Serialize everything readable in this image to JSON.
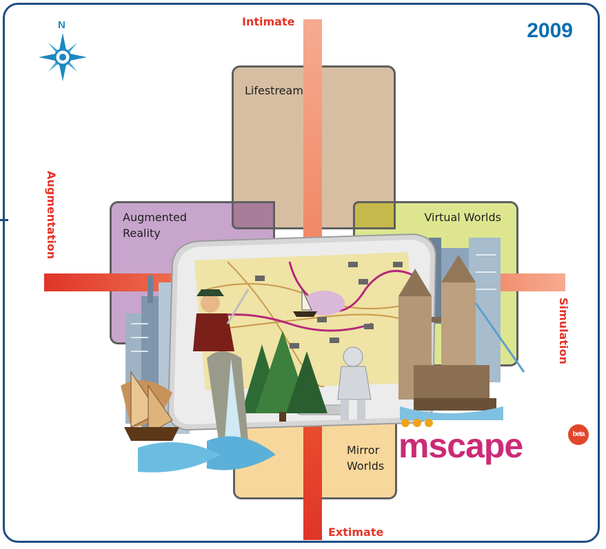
{
  "year": "2009",
  "compass": {
    "north_label": "N",
    "icon": "compass-rose-icon"
  },
  "axes": {
    "top": "Intimate",
    "bottom": "Extimate",
    "left": "Augmentation",
    "right": "Simulation"
  },
  "regions": {
    "lifestreams": "Lifestreams",
    "augmented_reality": "Augmented\nReality",
    "virtual_worlds": "Virtual Worlds",
    "mirror_worlds": "Mirror\nWorlds"
  },
  "logo": {
    "text": "mscape",
    "badge": "beta"
  },
  "colors": {
    "frame": "#1c4e82",
    "year": "#0a6fb0",
    "axis_label": "#e43427",
    "lifestreams": "#d7bea2",
    "augmented_reality": "#c8a5cc",
    "virtual_worlds": "#dde68f",
    "mirror_worlds": "#f8d79c",
    "logo": "#cc2a76"
  }
}
